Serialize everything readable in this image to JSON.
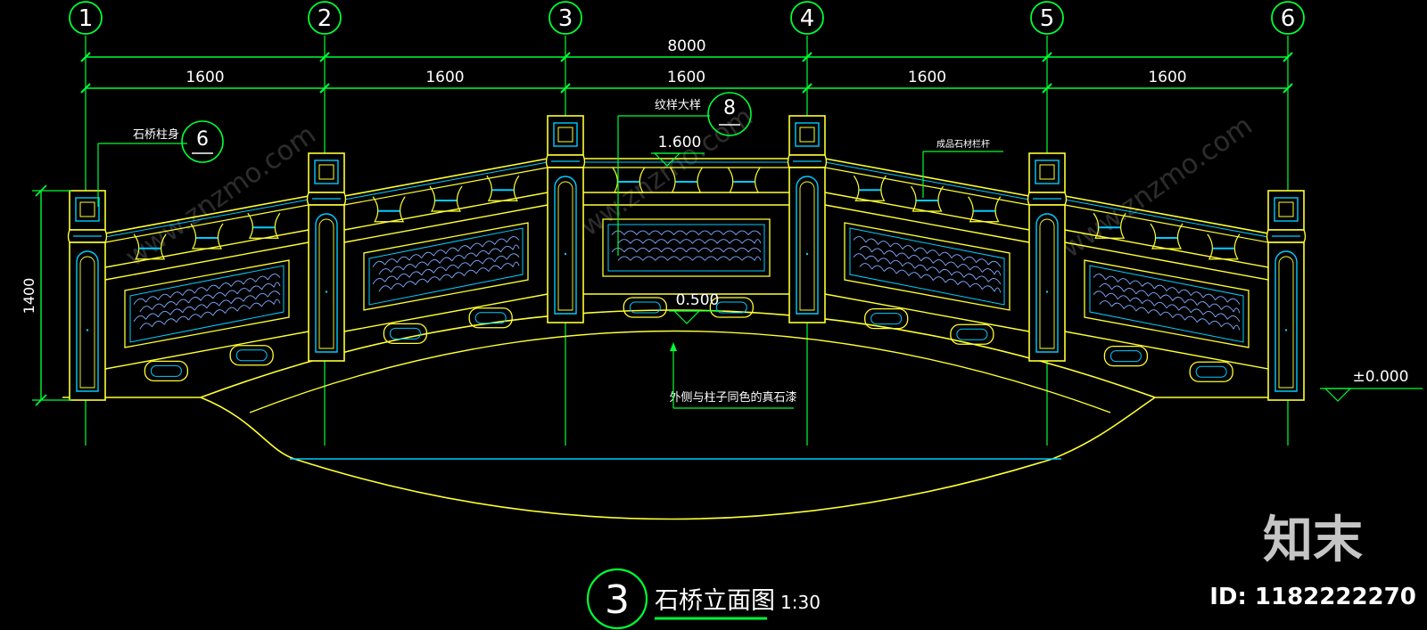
{
  "drawing": {
    "title": "石桥立面图",
    "scale": "1:30",
    "drawing_number": "3"
  },
  "grid_axes": [
    {
      "label": "1"
    },
    {
      "label": "2"
    },
    {
      "label": "3"
    },
    {
      "label": "4"
    },
    {
      "label": "5"
    },
    {
      "label": "6"
    }
  ],
  "dimensions": {
    "overall": "8000",
    "spans": [
      "1600",
      "1600",
      "1600",
      "1600",
      "1600"
    ],
    "height": "1400"
  },
  "elevations": {
    "top": "1.600",
    "deck": "0.500",
    "ground": "±0.000"
  },
  "callouts": {
    "pillar_body": "石桥柱身",
    "pillar_ref": "6",
    "pattern_detail": "纹样大样",
    "pattern_ref": "8",
    "railing": "成品石材栏杆",
    "outer_frame": "外侧与柱子同色的真石漆"
  },
  "watermark": {
    "brand": "知末",
    "id": "ID: 1182222270",
    "site": "www.znzmo.com"
  },
  "colors": {
    "background": "#000000",
    "outline": "#ffff33",
    "dimension": "#00ff33",
    "detail": "#00ccff",
    "pattern": "#7faaff",
    "center_line": "#9a9a9a"
  }
}
